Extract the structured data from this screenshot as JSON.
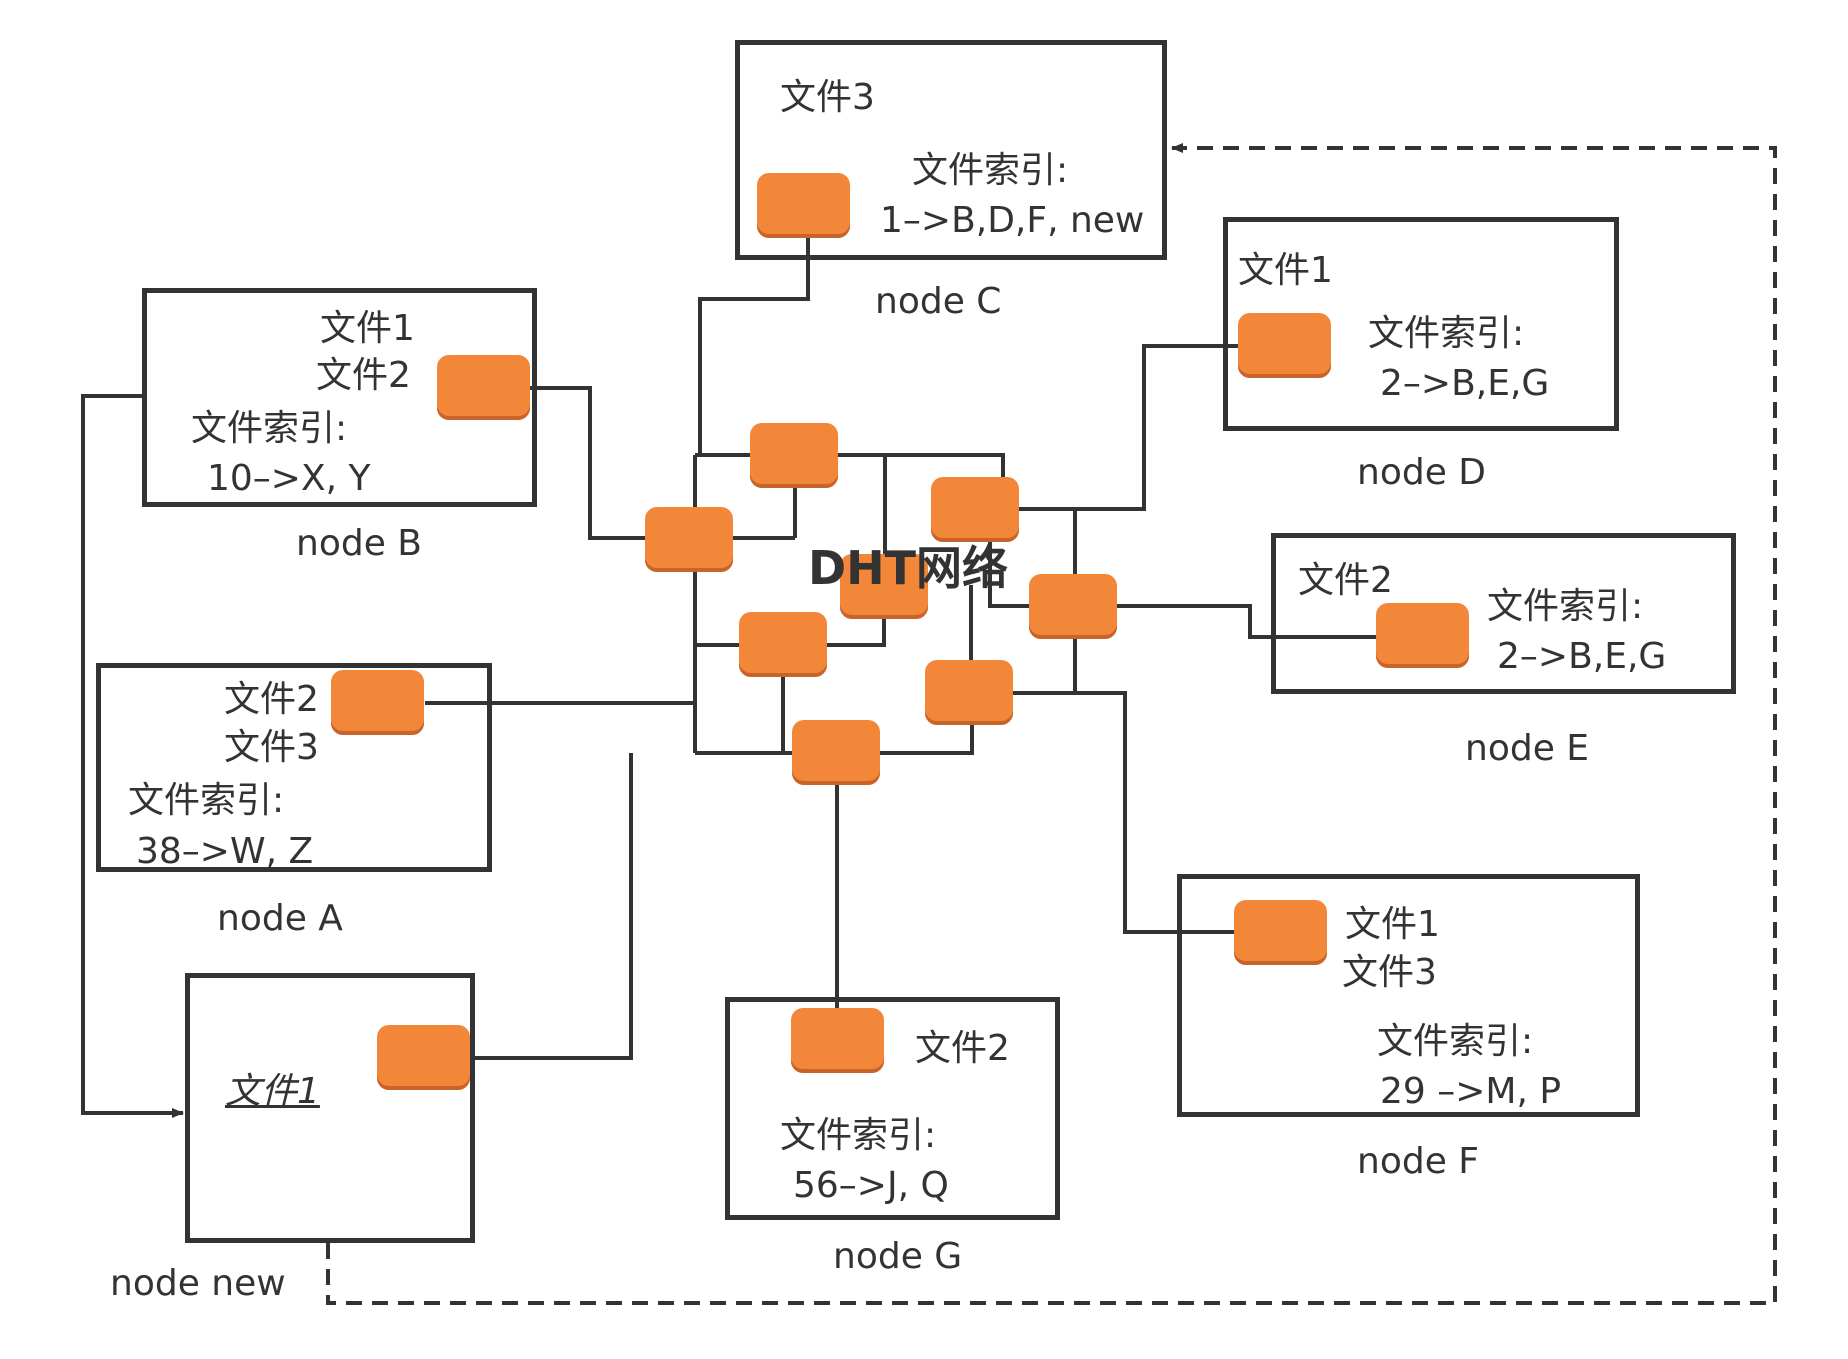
{
  "diagram": {
    "title": "DHT网络",
    "colors": {
      "peer_fill": "#f2873a",
      "line": "#333333",
      "background": "#ffffff"
    },
    "nodes": {
      "C": {
        "label": "node C",
        "files": [
          "文件3"
        ],
        "index_title": "文件索引:",
        "index_value": "1–>B,D,F, new"
      },
      "B": {
        "label": "node B",
        "files": [
          "文件1",
          "文件2"
        ],
        "index_title": "文件索引:",
        "index_value": "10–>X, Y"
      },
      "D": {
        "label": "node D",
        "files": [
          "文件1"
        ],
        "index_title": "文件索引:",
        "index_value": "2–>B,E,G"
      },
      "E": {
        "label": "node E",
        "files": [
          "文件2"
        ],
        "index_title": "文件索引:",
        "index_value": "2–>B,E,G"
      },
      "A": {
        "label": "node A",
        "files": [
          "文件2",
          "文件3"
        ],
        "index_title": "文件索引:",
        "index_value": "38–>W, Z"
      },
      "new": {
        "label": "node new",
        "files": [
          "文件1"
        ]
      },
      "G": {
        "label": "node G",
        "files": [
          "文件2"
        ],
        "index_title": "文件索引:",
        "index_value": "56–>J, Q"
      },
      "F": {
        "label": "node F",
        "files": [
          "文件1",
          "文件3"
        ],
        "index_title": "文件索引:",
        "index_value": "29 –>M, P"
      }
    },
    "dht_peer_count": 8
  }
}
